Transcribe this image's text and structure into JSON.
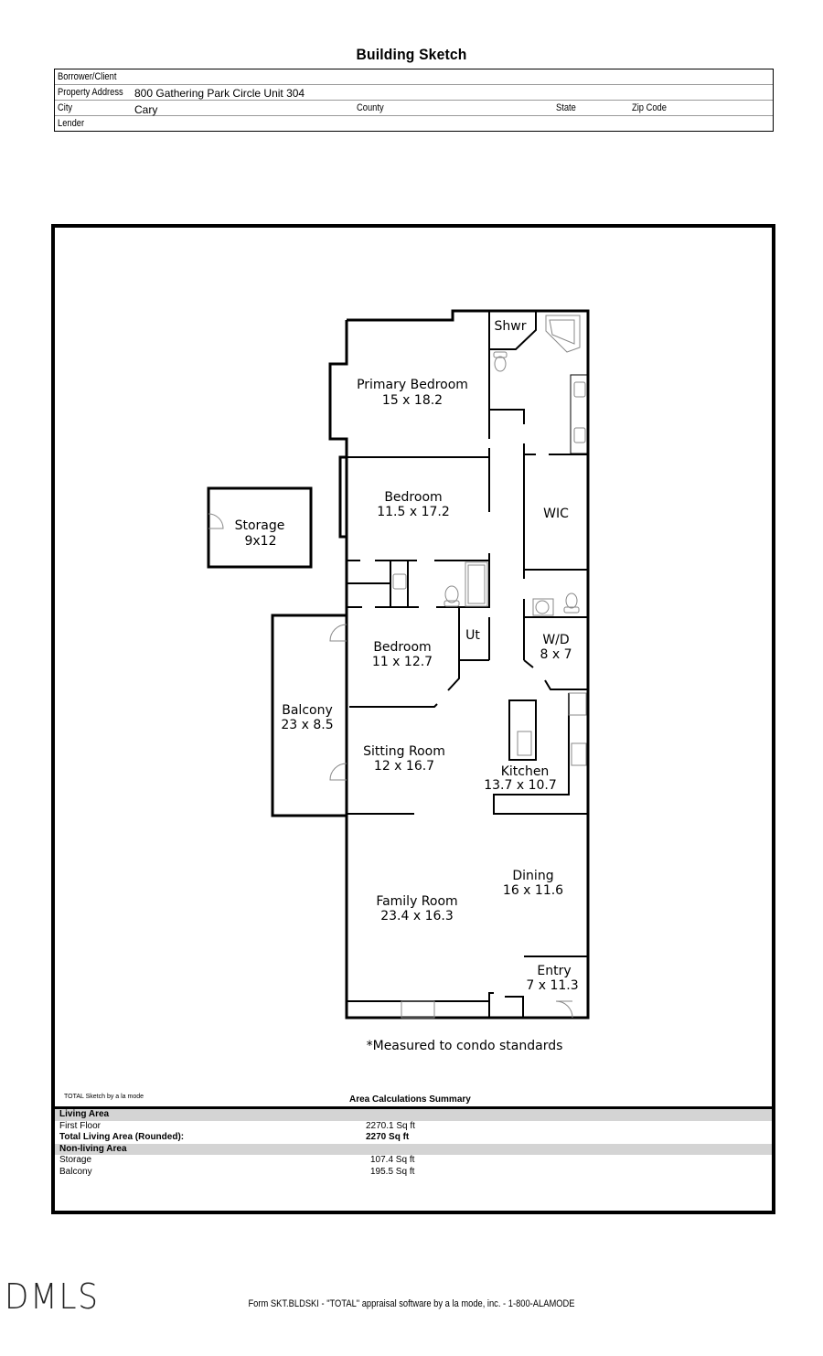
{
  "document": {
    "title": "Building Sketch"
  },
  "info": {
    "borrower_label": "Borrower/Client",
    "borrower_value": "",
    "address_label": "Property Address",
    "address_value": "800 Gathering Park Circle Unit 304",
    "city_label": "City",
    "city_value": "Cary",
    "county_label": "County",
    "state_label": "State",
    "zip_label": "Zip Code",
    "lender_label": "Lender"
  },
  "plan": {
    "rooms": [
      {
        "name": "Shwr",
        "dims": ""
      },
      {
        "name": "Primary Bedroom",
        "dims": "15 x 18.2"
      },
      {
        "name": "Bedroom",
        "dims": "11.5 x 17.2"
      },
      {
        "name": "WIC",
        "dims": ""
      },
      {
        "name": "Storage",
        "dims": "9x12"
      },
      {
        "name": "Ut",
        "dims": ""
      },
      {
        "name": "Bedroom",
        "dims": "11 x 12.7"
      },
      {
        "name": "W/D",
        "dims": "8 x 7"
      },
      {
        "name": "Balcony",
        "dims": "23 x 8.5"
      },
      {
        "name": "Sitting Room",
        "dims": "12 x 16.7"
      },
      {
        "name": "Kitchen",
        "dims": "13.7 x 10.7"
      },
      {
        "name": "Dining",
        "dims": "16 x 11.6"
      },
      {
        "name": "Family Room",
        "dims": "23.4 x 16.3"
      },
      {
        "name": "Entry",
        "dims": "7 x 11.3"
      }
    ],
    "note": "*Measured to condo standards"
  },
  "summary": {
    "credit": "TOTAL Sketch by a la mode",
    "title": "Area Calculations Summary",
    "living_header": "Living Area",
    "first_floor_label": "First Floor",
    "first_floor_value": "2270.1 Sq ft",
    "total_label": "Total Living Area (Rounded):",
    "total_value": "2270 Sq ft",
    "nonliving_header": "Non-living Area",
    "storage_label": "Storage",
    "storage_value": "107.4 Sq ft",
    "balcony_label": "Balcony",
    "balcony_value": "195.5 Sq ft"
  },
  "footer": {
    "logo": "DMLS",
    "form_text": "Form SKT.BLDSKI - \"TOTAL\" appraisal software by a la mode, inc. - 1-800-ALAMODE"
  }
}
